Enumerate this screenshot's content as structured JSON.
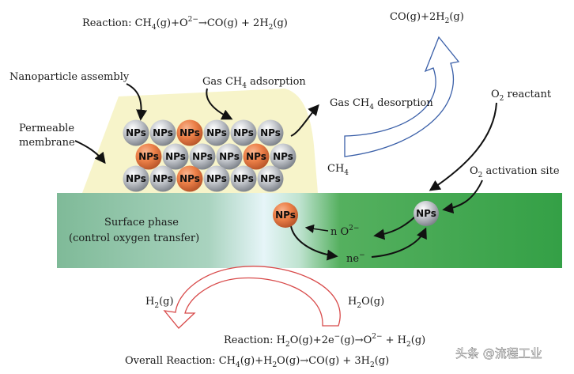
{
  "reaction_top": {
    "prefix": "Reaction: CH",
    "sub1": "4",
    "mid1": "(g)+O",
    "sup": "2−",
    "mid2": "→CO(g) + 2H",
    "sub2": "2",
    "suffix": "(g)"
  },
  "co_product": {
    "prefix": "CO(g)+2H",
    "sub": "2",
    "suffix": "(g)"
  },
  "nanoparticle_assembly": "Nanoparticle assembly",
  "gas_adsorption": {
    "prefix": "Gas CH",
    "sub": "4",
    "suffix": " adsorption"
  },
  "gas_desorption": {
    "prefix": "Gas CH",
    "sub": "4",
    "suffix": " desorption"
  },
  "o2_reactant": {
    "prefix": "O",
    "sub": "2",
    "suffix": " reactant"
  },
  "membrane": {
    "line1": "Permeable",
    "line2": "membrane"
  },
  "ch4": {
    "prefix": "CH",
    "sub": "4"
  },
  "o2_site": {
    "prefix": "O",
    "sub": "2",
    "suffix": " activation site"
  },
  "surface": {
    "line1": "Surface phase",
    "line2": "(control oxygen transfer)"
  },
  "np_label": "NPs",
  "n_o2": {
    "prefix": "n O",
    "sup": "2−"
  },
  "ne": {
    "prefix": "ne",
    "sup": "−"
  },
  "h2_left": {
    "prefix": "H",
    "sub": "2",
    "suffix": "(g)"
  },
  "h2o_right": {
    "prefix": "H",
    "sub": "2",
    "suffix": "O(g)"
  },
  "reaction_bottom": {
    "prefix": "Reaction: H",
    "sub1": "2",
    "mid1": "O(g)+2e",
    "sup1": "−",
    "mid2": "(g)→O",
    "sup2": "2−",
    "mid3": " + H",
    "sub2": "2",
    "suffix": "(g)"
  },
  "overall": {
    "prefix": "Overall Reaction: CH",
    "sub1": "4",
    "mid1": "(g)+H",
    "sub2": "2",
    "mid2": "O(g)→CO(g) + 3H",
    "sub3": "2",
    "suffix": "(g)"
  },
  "watermark": "头条 @流程工业",
  "colors": {
    "membrane_fill": "#f6f3c4",
    "surface_left": "#8ec3a6",
    "surface_mid": "#d8eef2",
    "surface_right": "#3aa04a",
    "np_gray": "#b8bcc2",
    "np_orange": "#e8824a",
    "blue_arrow": "#3a5fa8",
    "red_arrow": "#d84a4a"
  },
  "nanoparticle_grid": [
    [
      "gray",
      "gray",
      "orange",
      "gray",
      "gray",
      "gray"
    ],
    [
      "orange",
      "gray",
      "gray",
      "gray",
      "orange",
      "gray"
    ],
    [
      "gray",
      "gray",
      "orange",
      "gray",
      "gray",
      "gray"
    ]
  ]
}
